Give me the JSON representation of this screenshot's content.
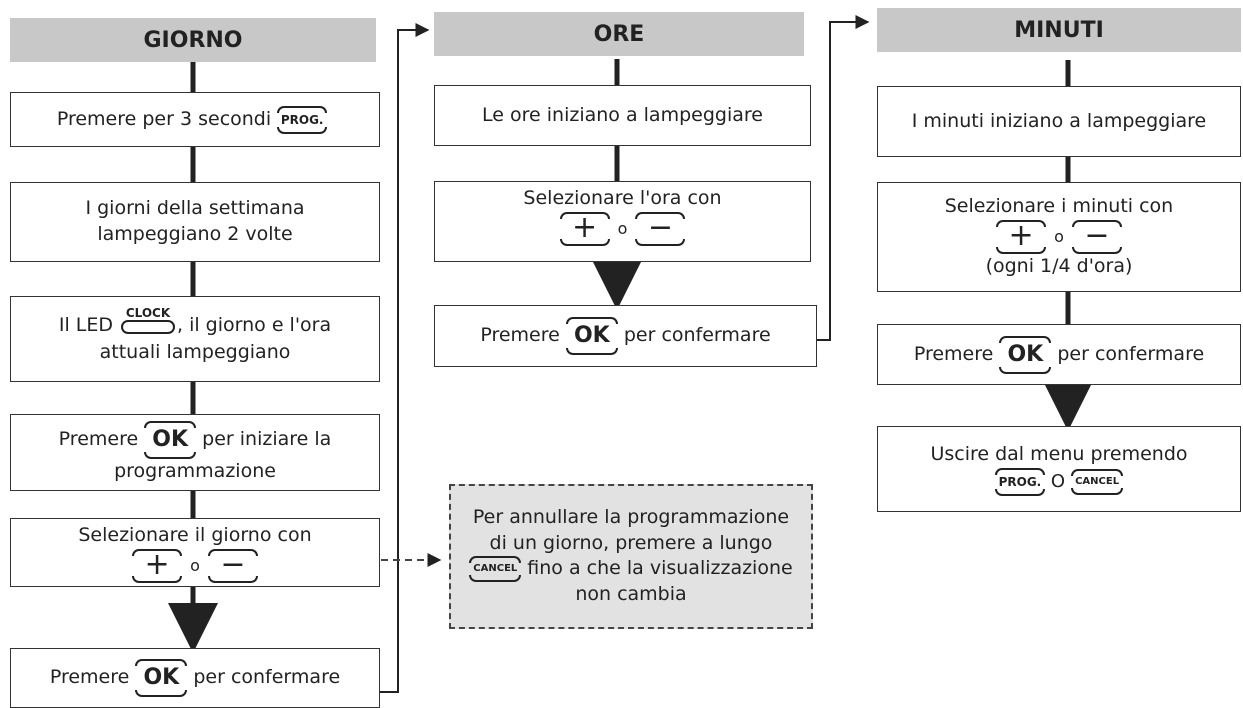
{
  "columns": {
    "giorno": {
      "header": "GIORNO",
      "step1": {
        "text": "Premere per 3 secondi",
        "button": "PROG."
      },
      "step2": {
        "line1": "I giorni della settimana",
        "line2": "lampeggiano 2 volte"
      },
      "step3": {
        "prefix": "Il LED",
        "button": "CLOCK",
        "suffix": ", il giorno e l'ora",
        "line2": "attuali lampeggiano"
      },
      "step4": {
        "prefix": "Premere",
        "button": "OK",
        "suffix": "per iniziare la",
        "line2": "programmazione"
      },
      "step5": {
        "text": "Selezionare il giorno con",
        "plus": "+",
        "or": "o",
        "minus": "−"
      },
      "step6": {
        "prefix": "Premere",
        "button": "OK",
        "suffix": "per confermare"
      }
    },
    "ore": {
      "header": "ORE",
      "step1": {
        "text": "Le ore iniziano a lampeggiare"
      },
      "step2": {
        "text": "Selezionare l'ora con",
        "plus": "+",
        "or": "o",
        "minus": "−"
      },
      "step3": {
        "prefix": "Premere",
        "button": "OK",
        "suffix": "per confermare"
      }
    },
    "minuti": {
      "header": "MINUTI",
      "step1": {
        "text": "I minuti iniziano a lampeggiare"
      },
      "step2": {
        "text": "Selezionare i minuti con",
        "plus": "+",
        "or": "o",
        "minus": "−",
        "note": "(ogni 1/4 d'ora)"
      },
      "step3": {
        "prefix": "Premere",
        "button": "OK",
        "suffix": "per confermare"
      },
      "step4": {
        "text": "Uscire dal menu premendo",
        "button1": "PROG.",
        "or": "O",
        "button2": "CANCEL"
      }
    }
  },
  "cancel_note": {
    "line1": "Per annullare la programmazione",
    "line2": "di un giorno, premere a lungo",
    "button": "CANCEL",
    "line3": "fino a che la visualizzazione",
    "line4": "non cambia"
  }
}
